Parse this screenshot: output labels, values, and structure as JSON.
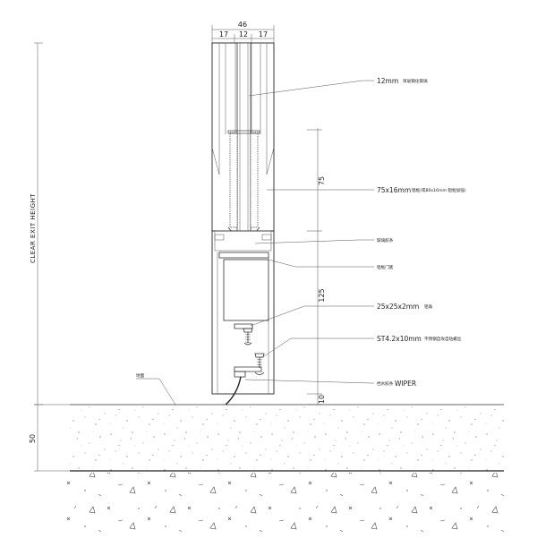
{
  "dimensions": {
    "overall_width": "46",
    "left_part": "17",
    "center_part": "12",
    "right_part": "17",
    "glass_zone": "75",
    "base_zone": "125",
    "bottom_gap": "10",
    "floor_thickness": "50"
  },
  "side_label": "CLEAR EXIT HEIGHT",
  "callouts": [
    {
      "text": "12mm",
      "note": "单层钢化玻璃"
    },
    {
      "text": "75x16mm",
      "note": "铝框(或80x16mm 铝框加强)"
    },
    {
      "text": "",
      "note": "玻璃胶条"
    },
    {
      "text": "",
      "note": "铝框门底"
    },
    {
      "text": "25x25x2mm",
      "note": "铝角"
    },
    {
      "text": "ST4.2x10mm",
      "note": "不锈钢自攻自钻螺丝"
    },
    {
      "text": "WIPER",
      "note": "挡水胶条"
    }
  ],
  "floor_label": "地面"
}
